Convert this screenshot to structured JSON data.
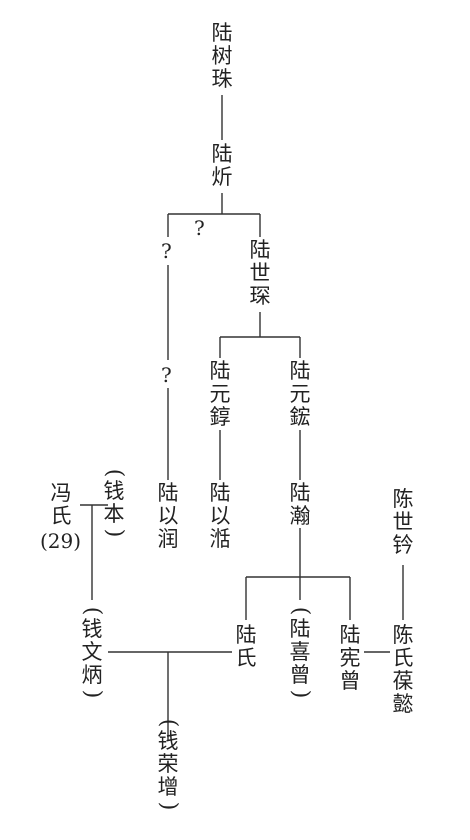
{
  "persons": {
    "lu_shuzhu": "陆树珠",
    "lu_xin": "陆炘",
    "unknown_link": "?",
    "unknown_child": "?",
    "unknown_grandchild": "?",
    "lu_shishen": "陆世琛",
    "lu_yuanchun": "陆元錞",
    "lu_yuanhong": "陆元鋐",
    "lu_yirun": "陆以润",
    "lu_yitian": "陆以湉",
    "lu_han": "陆瀚",
    "chen_shiling": "陈世钤",
    "feng_shi": "冯氏",
    "feng_shi_note": "(29)",
    "qian_ben": "钱本",
    "qian_wenbing": "钱文炳",
    "lu_shi": "陆氏",
    "lu_xizeng": "陆喜曾",
    "lu_xianzeng": "陆宪曾",
    "chen_shi_baoyi": "陈氏葆懿",
    "qian_rongzeng": "钱荣增"
  }
}
